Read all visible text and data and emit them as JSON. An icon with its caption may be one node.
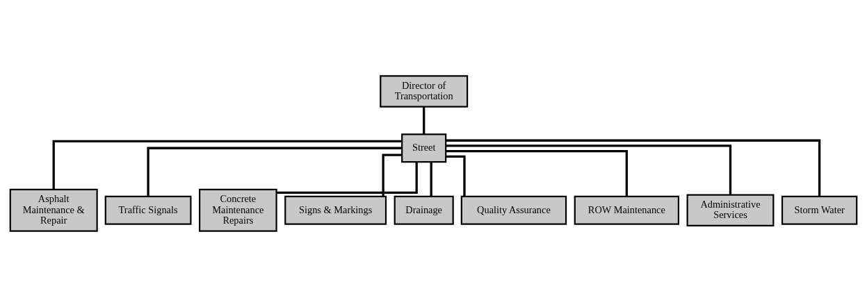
{
  "diagram": {
    "nodes": [
      {
        "text": [
          "Director of Transportation"
        ]
      },
      {
        "text": [
          "Street"
        ]
      },
      {
        "text": [
          "Asphalt Maintenance & Repair"
        ]
      },
      {
        "text": [
          "Traffic Signals"
        ]
      },
      {
        "text": [
          "Concrete Maintenance Repairs"
        ]
      },
      {
        "text": [
          "Signs & Markings"
        ]
      },
      {
        "text": [
          "Drainage"
        ]
      },
      {
        "text": [
          "Quality Assurance"
        ]
      },
      {
        "text": [
          "ROW Maintenance"
        ]
      },
      {
        "text": [
          "Administrative Services"
        ]
      },
      {
        "text": [
          "Storm Water"
        ]
      }
    ],
    "edges": [
      {
        "from": 0,
        "to": 1,
        "arrow": "none"
      },
      {
        "from": 1,
        "to": 2,
        "arrow": "none"
      },
      {
        "from": 1,
        "to": 3,
        "arrow": "none"
      },
      {
        "from": 1,
        "to": 4,
        "arrow": "none"
      },
      {
        "from": 1,
        "to": 5,
        "arrow": "none"
      },
      {
        "from": 1,
        "to": 6,
        "arrow": "none"
      },
      {
        "from": 1,
        "to": 7,
        "arrow": "none"
      },
      {
        "from": 1,
        "to": 8,
        "arrow": "none"
      },
      {
        "from": 1,
        "to": 9,
        "arrow": "none"
      },
      {
        "from": 1,
        "to": 10,
        "arrow": "none"
      }
    ]
  }
}
